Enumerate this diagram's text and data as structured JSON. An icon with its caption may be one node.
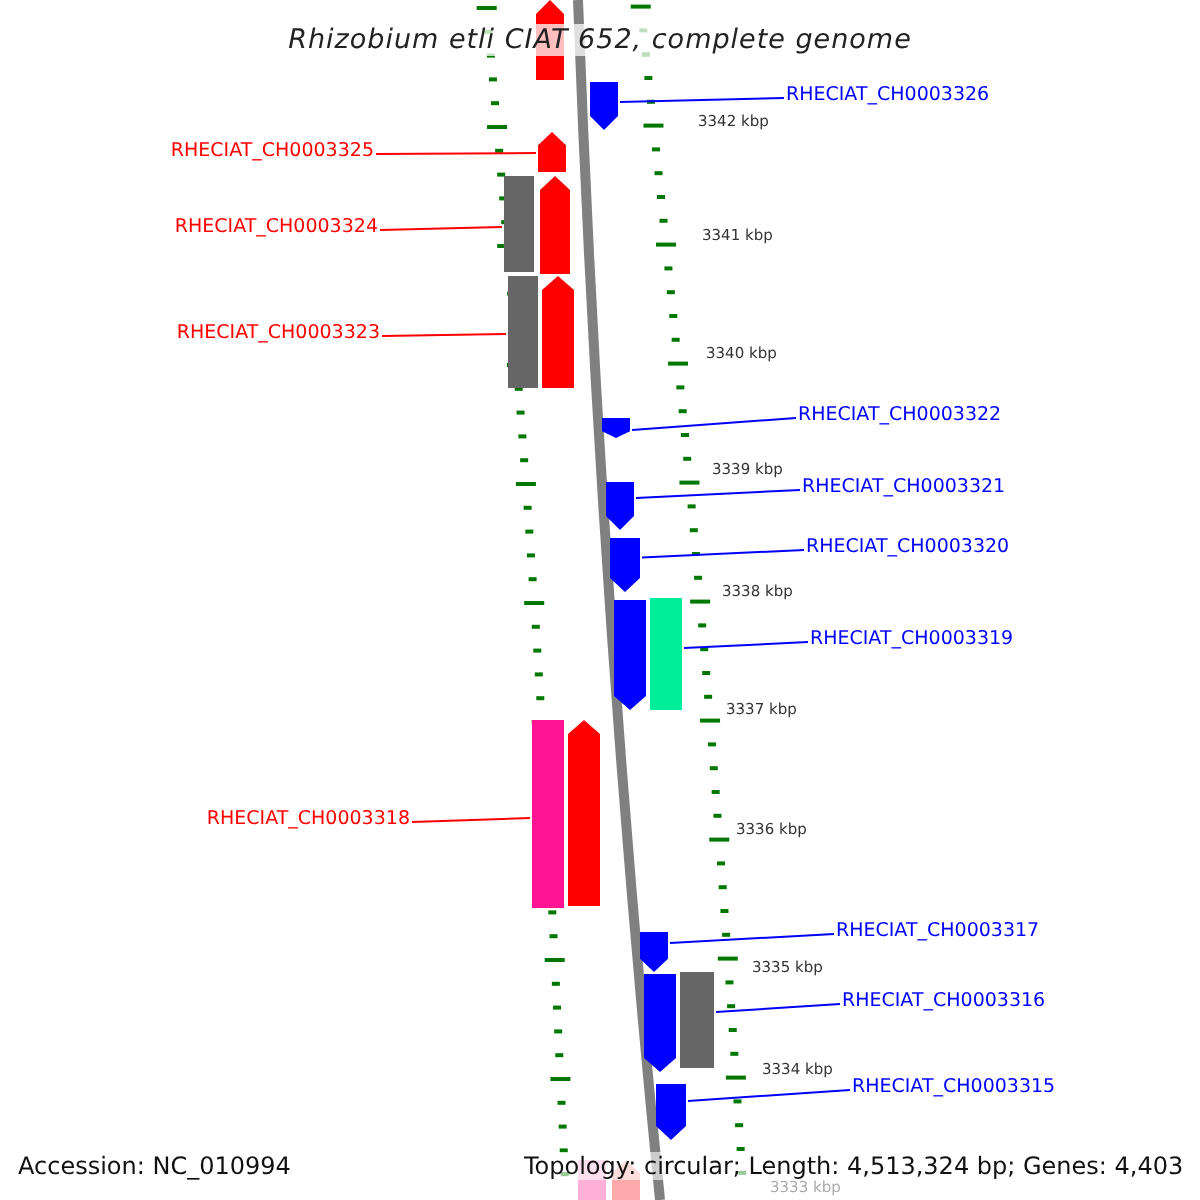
{
  "diagram": {
    "title": "Rhizobium etli CIAT 652, complete genome",
    "nodes": [
      {
        "text": [
          "RHECIAT_CH0003326"
        ]
      },
      {
        "text": [
          "RHECIAT_CH0003325"
        ]
      },
      {
        "text": [
          "RHECIAT_CH0003324"
        ]
      },
      {
        "text": [
          "RHECIAT_CH0003323"
        ]
      },
      {
        "text": [
          "RHECIAT_CH0003322"
        ]
      },
      {
        "text": [
          "RHECIAT_CH0003321"
        ]
      },
      {
        "text": [
          "RHECIAT_CH0003320"
        ]
      },
      {
        "text": [
          "RHECIAT_CH0003319"
        ]
      },
      {
        "text": [
          "RHECIAT_CH0003318"
        ]
      },
      {
        "text": [
          "RHECIAT_CH0003317"
        ]
      },
      {
        "text": [
          "RHECIAT_CH0003316"
        ]
      },
      {
        "text": [
          "RHECIAT_CH0003315"
        ]
      },
      {
        "text": [],
        "shape": "pentagon"
      },
      {
        "text": [],
        "shape": "pentagon"
      },
      {
        "text": [],
        "shape": "pentagon"
      },
      {
        "text": [],
        "shape": "bar"
      },
      {
        "text": [],
        "shape": "pentagon"
      },
      {
        "text": [],
        "shape": "bar"
      },
      {
        "text": [],
        "shape": "pentagon"
      },
      {
        "text": [],
        "shape": "pentagon"
      },
      {
        "text": [],
        "shape": "pentagon"
      },
      {
        "text": [],
        "shape": "pentagon"
      },
      {
        "text": [],
        "shape": "pentagon"
      },
      {
        "text": [],
        "shape": "bar"
      },
      {
        "text": [],
        "shape": "bar"
      },
      {
        "text": [],
        "shape": "pentagon"
      },
      {
        "text": [],
        "shape": "pentagon"
      },
      {
        "text": [],
        "shape": "pentagon"
      },
      {
        "text": [],
        "shape": "bar"
      },
      {
        "text": [],
        "shape": "pentagon"
      },
      {
        "text": [],
        "shape": "bar"
      },
      {
        "text": [],
        "shape": "pentagon"
      }
    ],
    "edges": [
      {
        "from": 0,
        "to": 13,
        "arrow": "none"
      },
      {
        "from": 1,
        "to": 14,
        "arrow": "none",
        "color": "#ff0000"
      },
      {
        "from": 2,
        "to": 15,
        "arrow": "none",
        "color": "#ff0000"
      },
      {
        "from": 3,
        "to": 17,
        "arrow": "none",
        "color": "#ff0000"
      },
      {
        "from": 4,
        "to": 19,
        "arrow": "none"
      },
      {
        "from": 5,
        "to": 20,
        "arrow": "none"
      },
      {
        "from": 6,
        "to": 21,
        "arrow": "none"
      },
      {
        "from": 7,
        "to": 23,
        "arrow": "none"
      },
      {
        "from": 8,
        "to": 24,
        "arrow": "none",
        "color": "#ff0000"
      },
      {
        "from": 9,
        "to": 26,
        "arrow": "none"
      },
      {
        "from": 10,
        "to": 28,
        "arrow": "none"
      },
      {
        "from": 11,
        "to": 29,
        "arrow": "none"
      }
    ],
    "labels": [
      "3342 kbp",
      "3341 kbp",
      "3340 kbp",
      "3339 kbp",
      "3338 kbp",
      "3337 kbp",
      "3336 kbp",
      "3335 kbp",
      "3334 kbp",
      "3333 kbp",
      "Accession: NC_010994",
      "Topology: circular; Length: 4,513,324 bp; Genes: 4,403"
    ]
  }
}
